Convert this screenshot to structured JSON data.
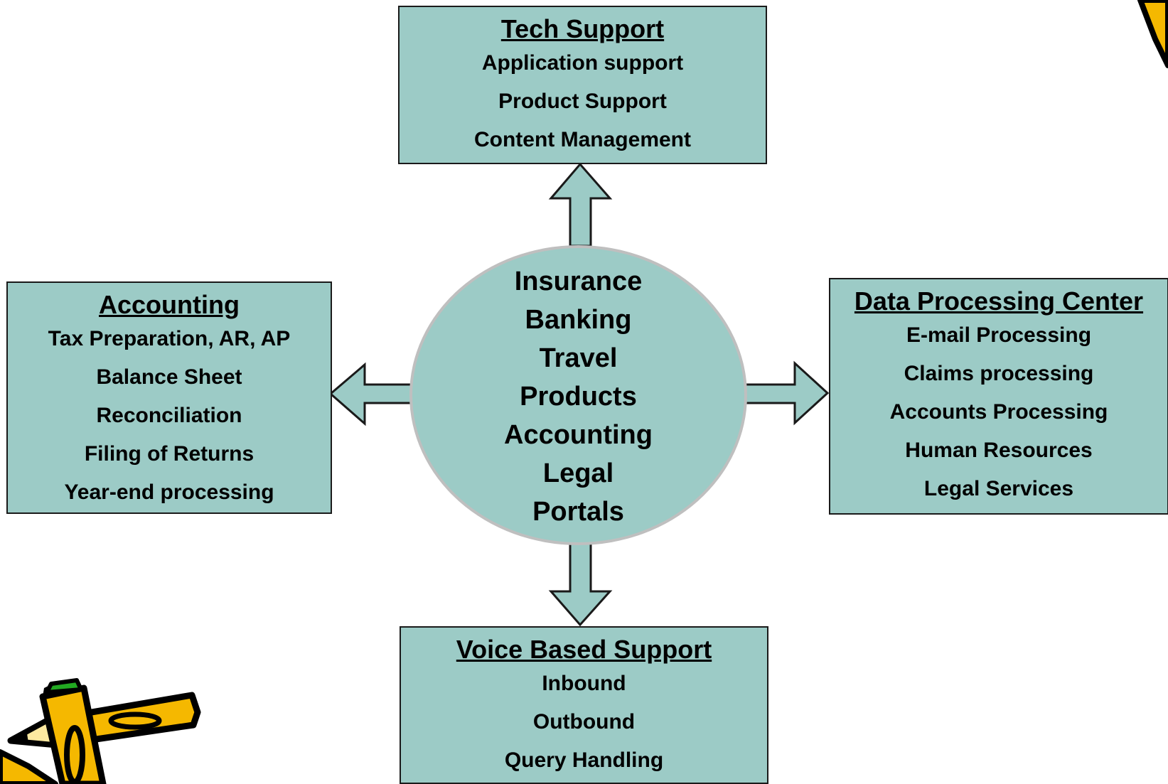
{
  "hub": {
    "items": [
      "Insurance",
      "Banking",
      "Travel",
      "Products",
      "Accounting",
      "Legal",
      "Portals"
    ]
  },
  "tech_support": {
    "title": "Tech Support",
    "items": [
      "Application support",
      "Product Support",
      "Content Management"
    ]
  },
  "accounting": {
    "title": "Accounting",
    "items": [
      "Tax Preparation, AR, AP",
      "Balance Sheet",
      "Reconciliation",
      "Filing of Returns",
      "Year-end processing"
    ]
  },
  "data_processing": {
    "title": "Data Processing Center",
    "items": [
      "E-mail Processing",
      "Claims processing",
      "Accounts Processing",
      "Human Resources",
      "Legal Services"
    ]
  },
  "voice_support": {
    "title": "Voice Based Support",
    "items": [
      "Inbound",
      "Outbound",
      "Query Handling"
    ]
  },
  "colors": {
    "fill": "#9ccbc6",
    "outline": "#1a1a1a",
    "hub_outline": "#bfbfbf",
    "pencil_yellow": "#f5b800",
    "pencil_eraser": "#22aa22"
  },
  "icons": [
    "pencil-clipart-icon",
    "pencil-corner-icon"
  ]
}
